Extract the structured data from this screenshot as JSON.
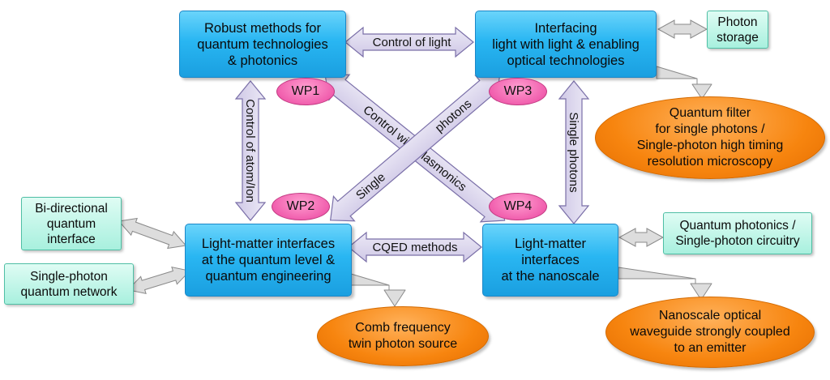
{
  "work_packages": [
    {
      "id": "WP1",
      "label": "WP1",
      "title": "Robust methods for\nquantum technologies\n& photonics"
    },
    {
      "id": "WP2",
      "label": "WP2",
      "title": "Light-matter interfaces\nat the quantum level &\nquantum engineering"
    },
    {
      "id": "WP3",
      "label": "WP3",
      "title": "Interfacing\nlight with light & enabling\noptical technologies"
    },
    {
      "id": "WP4",
      "label": "WP4",
      "title": "Light-matter\ninterfaces\nat the nanoscale"
    }
  ],
  "links": {
    "wp1_wp3": "Control of light",
    "wp1_wp2": "Control of atom/Ion",
    "wp1_wp4": "Control with plasmonics",
    "wp2_wp3_single": "Single",
    "wp2_wp3_photons": "photons",
    "wp3_wp4": "Single photons",
    "wp2_wp4": "CQED methods"
  },
  "side_topics": {
    "photon_storage": "Photon\nstorage",
    "bidirectional_interface": "Bi-directional\nquantum\ninterface",
    "single_photon_network": "Single-photon\nquantum network",
    "quantum_photonics": "Quantum photonics /\nSingle-photon circuitry"
  },
  "outcomes": {
    "quantum_filter": "Quantum filter\nfor single photons /\nSingle-photon high timing\nresolution microscopy",
    "comb_frequency": "Comb frequency\ntwin photon source",
    "nanoscale_waveguide": "Nanoscale optical\nwaveguide strongly coupled\nto an emitter"
  },
  "colors": {
    "wp_box": "#29b6f2",
    "side_topic": "#a8f0de",
    "outcome": "#f7850f",
    "wp_badge": "#f15fae",
    "arrow_fill": "#d8d3ea",
    "arrow_stroke": "#7a6fa8"
  }
}
